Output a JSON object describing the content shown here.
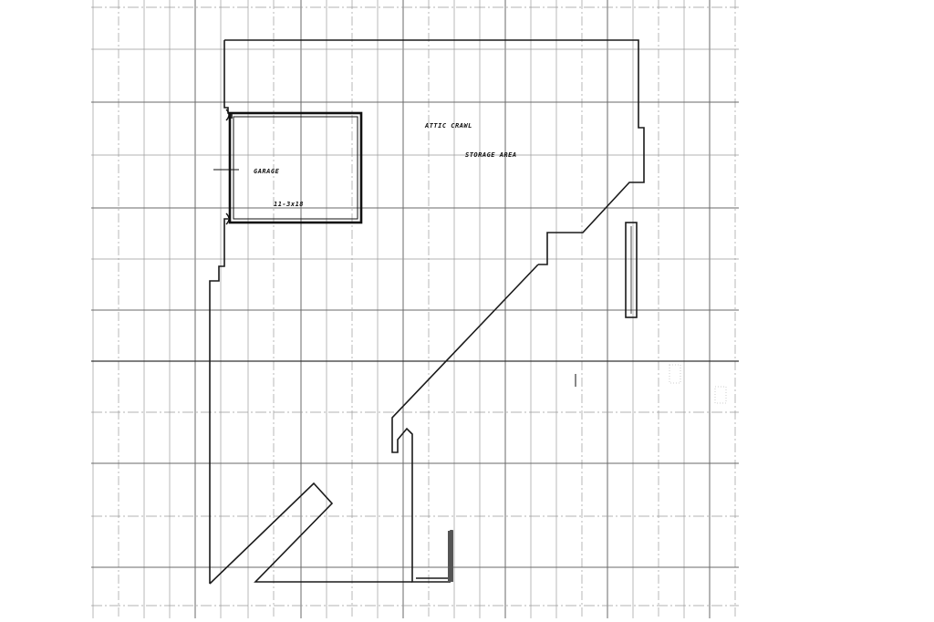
{
  "sheet": {
    "labels": [
      {
        "id": "garage-name",
        "text": "GARAGE"
      },
      {
        "id": "garage-dim",
        "text": "11-3x18"
      },
      {
        "id": "room-name",
        "text": "ATTIC CRAWL"
      },
      {
        "id": "room-sub",
        "text": "STORAGE AREA"
      }
    ]
  },
  "colors": {
    "background": "#ffffff",
    "line": "#1a1a1a",
    "grid": "#7a7a7a",
    "grid_light": "#b0b0b0"
  }
}
